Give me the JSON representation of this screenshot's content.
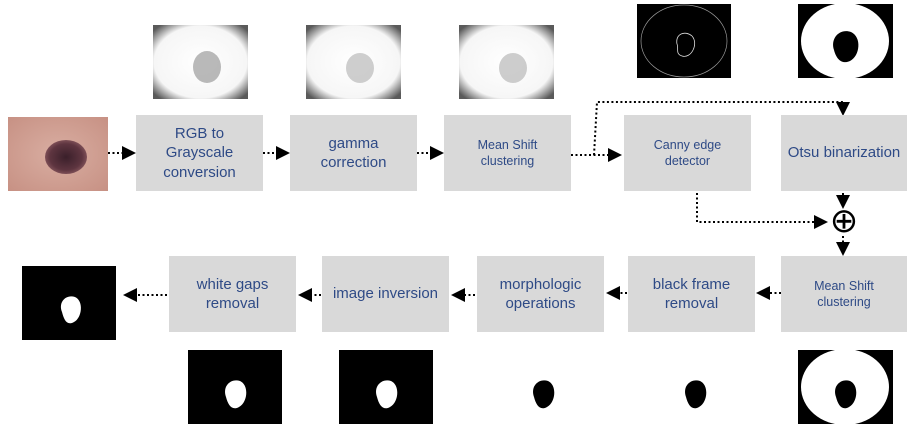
{
  "steps": {
    "rgb_to_grayscale": "RGB to\nGrayscale\nconversion",
    "gamma_correction": "gamma\ncorrection",
    "mean_shift_top": "Mean Shift\nclustering",
    "canny": "Canny edge\ndetector",
    "otsu": "Otsu binarization",
    "mean_shift_bottom": "Mean Shift\nclustering",
    "black_frame": "black frame\nremoval",
    "morphologic": "morphologic\noperations",
    "image_inversion": "image inversion",
    "white_gaps": "white gaps\nremoval"
  },
  "merge_symbol": "⊕",
  "colors": {
    "box_fill": "#d9d9d9",
    "box_text": "#2e4a86",
    "arrow": "#000000"
  }
}
